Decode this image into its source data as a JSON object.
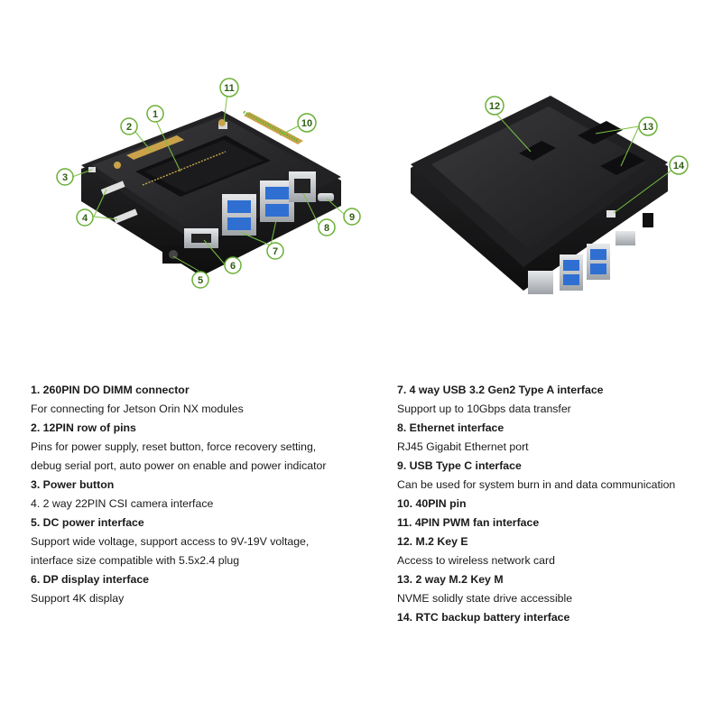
{
  "colors": {
    "callout_green": "#6ab035",
    "callout_line": "#7bc043",
    "board_dark": "#1c1c1e",
    "board_edge": "#2b2b2e",
    "usb_blue": "#2f6fd1",
    "gold": "#c9a24a",
    "silver": "#bfc3c8"
  },
  "callouts": {
    "c1": "1",
    "c2": "2",
    "c3": "3",
    "c4": "4",
    "c5": "5",
    "c6": "6",
    "c7": "7",
    "c8": "8",
    "c9": "9",
    "c10": "10",
    "c11": "11",
    "c12": "12",
    "c13": "13",
    "c14": "14"
  },
  "legend": {
    "left": [
      {
        "kind": "heading",
        "text": "1. 260PIN DO DIMM connector"
      },
      {
        "kind": "desc",
        "text": "For connecting for Jetson Orin NX modules"
      },
      {
        "kind": "heading",
        "text": "2. 12PIN row of pins"
      },
      {
        "kind": "desc",
        "text": "Pins for power supply, reset button, force recovery setting,"
      },
      {
        "kind": "desc",
        "text": "debug serial port, auto power on enable and power indicator"
      },
      {
        "kind": "heading",
        "text": "3. Power button"
      },
      {
        "kind": "desc",
        "text": "4. 2 way 22PIN CSI camera interface"
      },
      {
        "kind": "heading",
        "text": "5. DC power interface"
      },
      {
        "kind": "desc",
        "text": "Support wide voltage, support access to 9V-19V voltage,"
      },
      {
        "kind": "desc",
        "text": "interface size compatible with 5.5x2.4 plug"
      },
      {
        "kind": "heading",
        "text": "6. DP display interface"
      },
      {
        "kind": "desc",
        "text": "Support 4K display"
      }
    ],
    "right": [
      {
        "kind": "heading",
        "text": "7. 4 way USB 3.2 Gen2 Type A interface"
      },
      {
        "kind": "desc",
        "text": "Support up to 10Gbps data transfer"
      },
      {
        "kind": "heading",
        "text": "8. Ethernet interface"
      },
      {
        "kind": "desc",
        "text": "RJ45 Gigabit Ethernet port"
      },
      {
        "kind": "heading",
        "text": "9. USB Type C interface"
      },
      {
        "kind": "desc",
        "text": "Can be used for system burn in and data communication"
      },
      {
        "kind": "heading",
        "text": "10. 40PIN pin"
      },
      {
        "kind": "heading",
        "text": "11. 4PIN PWM fan interface"
      },
      {
        "kind": "heading",
        "text": "12. M.2 Key E"
      },
      {
        "kind": "desc",
        "text": "Access to wireless network card"
      },
      {
        "kind": "heading",
        "text": "13. 2 way M.2 Key M"
      },
      {
        "kind": "desc",
        "text": "NVME solidly state drive accessible"
      },
      {
        "kind": "heading",
        "text": "14. RTC backup battery interface"
      }
    ]
  }
}
